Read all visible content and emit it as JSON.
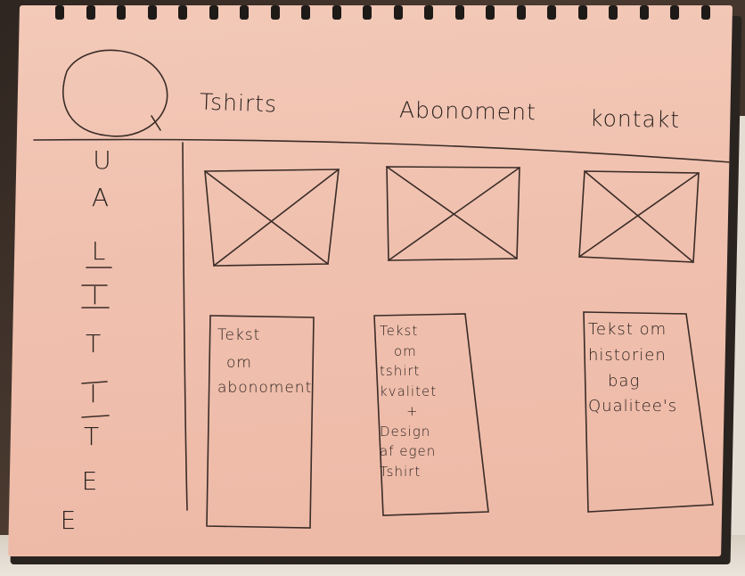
{
  "sketch": {
    "nav": {
      "item1": "Tshirts",
      "item2": "Abonoment",
      "item3": "kontakt"
    },
    "sidebar_letters": [
      "U",
      "A",
      "L",
      "I",
      "T",
      "I",
      "T",
      "E",
      "E"
    ],
    "columns": [
      {
        "lines": [
          "Tekst",
          "om",
          "abonoment"
        ]
      },
      {
        "lines": [
          "Tekst",
          "om",
          "tshirt",
          "kvalitet",
          "+",
          "Design",
          "af egen",
          "Tshirt"
        ]
      },
      {
        "lines": [
          "Tekst om",
          "historien",
          "bag",
          "Qualitee's"
        ]
      }
    ],
    "ink_color": "#2b2320",
    "paper_color": "#f1c3b1"
  }
}
